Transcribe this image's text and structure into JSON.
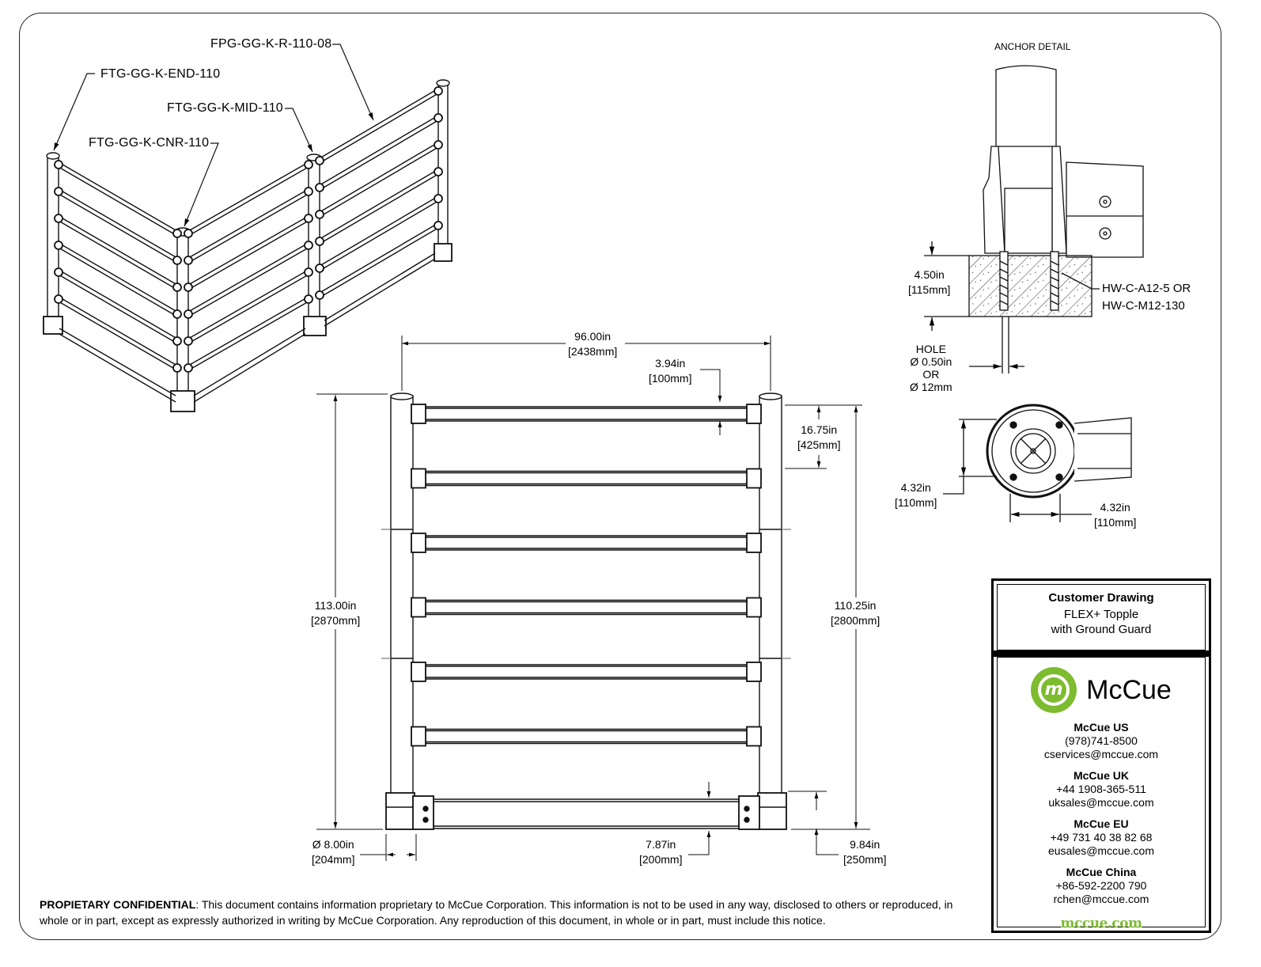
{
  "drawing": {
    "callouts": {
      "rail": "FPG-GG-K-R-110-08",
      "end": "FTG-GG-K-END-110",
      "mid": "FTG-GG-K-MID-110",
      "corner": "FTG-GG-K-CNR-110"
    },
    "dimensions": {
      "overall_width": {
        "in": "96.00in",
        "mm": "2438mm"
      },
      "rail_diameter": {
        "in": "3.94in",
        "mm": "100mm"
      },
      "rail_spacing": {
        "in": "16.75in",
        "mm": "425mm"
      },
      "overall_height": {
        "in": "113.00in",
        "mm": "2870mm"
      },
      "post_height": {
        "in": "110.25in",
        "mm": "2800mm"
      },
      "base_diameter": {
        "in": "Ø 8.00in",
        "mm": "204mm"
      },
      "guard_height": {
        "in": "7.87in",
        "mm": "200mm"
      },
      "base_height": {
        "in": "9.84in",
        "mm": "250mm"
      }
    },
    "rail_count": 7
  },
  "anchor_detail": {
    "title": "ANCHOR DETAIL",
    "embed_depth": {
      "in": "4.50in",
      "mm": "115mm"
    },
    "anchor_parts": [
      "HW-C-A12-5 OR",
      "HW-C-M12-130"
    ],
    "hole": [
      "HOLE",
      "Ø 0.50in",
      "OR",
      "Ø 12mm"
    ],
    "footprint_v": {
      "in": "4.32in",
      "mm": "110mm"
    },
    "footprint_h": {
      "in": "4.32in",
      "mm": "110mm"
    }
  },
  "title_block": {
    "heading": "Customer Drawing",
    "product_line1": "FLEX+ Topple",
    "product_line2": "with Ground Guard",
    "brand": "McCue",
    "logo_letter": "m",
    "offices": [
      {
        "name": "McCue US",
        "phone": "(978)741-8500",
        "email": "cservices@mccue.com"
      },
      {
        "name": "McCue UK",
        "phone": "+44 1908-365-511",
        "email": "uksales@mccue.com"
      },
      {
        "name": "McCue EU",
        "phone": "+49 731 40 38 82 68",
        "email": "eusales@mccue.com"
      },
      {
        "name": "McCue China",
        "phone": "+86-592-2200 790",
        "email": "rchen@mccue.com"
      }
    ],
    "website": "mccue.com",
    "brand_color": "#7dbb2f"
  },
  "notice": {
    "label": "PROPIETARY CONFIDENTIAL",
    "text": ": This document contains information proprietary to McCue Corporation. This information is not to be used in any way, disclosed to others or reproduced, in whole or in part, except as expressly authorized in writing by McCue Corporation. Any reproduction of this document, in whole or in part, must include this notice."
  }
}
